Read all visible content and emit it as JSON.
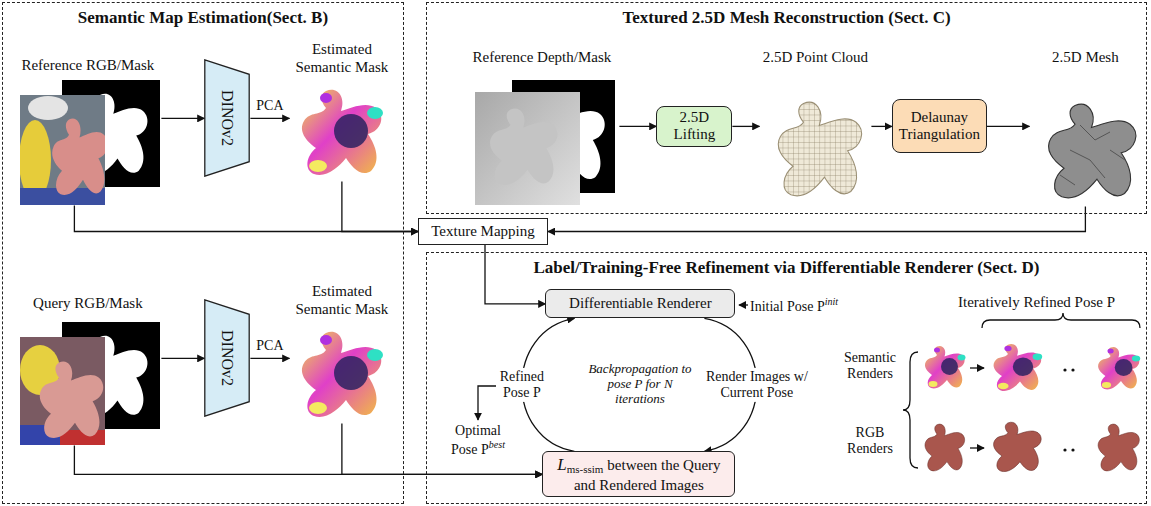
{
  "diagram": {
    "nodes": [
      {
        "text": [
          "Semantic Map Estimation(Sect. B)"
        ]
      },
      {
        "text": [
          "Textured 2.5D Mesh Reconstruction (Sect. C)"
        ]
      },
      {
        "text": [
          "Label/Training-Free Refinement via Differentiable Renderer (Sect. D)"
        ]
      },
      {
        "text": [
          "Reference RGB/Mask"
        ],
        "in": 0
      },
      {
        "text": [
          "DINOv2"
        ],
        "in": 0
      },
      {
        "text": [
          "Estimated Semantic Mask"
        ],
        "in": 0
      },
      {
        "text": [
          "Query RGB/Mask"
        ],
        "in": 0
      },
      {
        "text": [
          "DINOv2"
        ],
        "in": 0
      },
      {
        "text": [
          "Estimated Semantic Mask"
        ],
        "in": 0
      },
      {
        "text": [
          "Reference Depth/Mask"
        ],
        "in": 1
      },
      {
        "text": [
          "2.5D Lifting"
        ],
        "in": 1
      },
      {
        "text": [
          "2.5D Point Cloud"
        ],
        "in": 1
      },
      {
        "text": [
          "Delaunay Triangulation"
        ],
        "in": 1
      },
      {
        "text": [
          "2.5D Mesh"
        ],
        "in": 1
      },
      {
        "text": [
          "Texture Mapping"
        ]
      },
      {
        "text": [
          "Differentiable Renderer"
        ],
        "in": 2
      },
      {
        "text": [
          "L",
          "ms-ssim",
          "between the Query and Rendered Images"
        ],
        "in": 2
      }
    ],
    "edges": [
      {
        "from": 3,
        "to": 4,
        "arrow": "to"
      },
      {
        "from": 4,
        "to": 5,
        "label": "PCA",
        "arrow": "to"
      },
      {
        "from": 6,
        "to": 7,
        "arrow": "to"
      },
      {
        "from": 7,
        "to": 8,
        "label": "PCA",
        "arrow": "to"
      },
      {
        "from": 9,
        "to": 10,
        "arrow": "to"
      },
      {
        "from": 10,
        "to": 11,
        "arrow": "to"
      },
      {
        "from": 11,
        "to": 12,
        "arrow": "to"
      },
      {
        "from": 12,
        "to": 13,
        "arrow": "to"
      },
      {
        "from": 3,
        "to": 14,
        "arrow": "to"
      },
      {
        "from": 5,
        "to": 14,
        "arrow": "to"
      },
      {
        "from": 13,
        "to": 14,
        "arrow": "to"
      },
      {
        "from": 14,
        "to": 15,
        "arrow": "to"
      },
      {
        "from": 15,
        "to": 16,
        "label": "Render Images w/ Current Pose",
        "arrow": "to"
      },
      {
        "from": 16,
        "to": 15,
        "label": "Refined Pose P",
        "arrow": "to"
      },
      {
        "from": 6,
        "to": 16,
        "arrow": "to"
      },
      {
        "from": 8,
        "to": 16,
        "arrow": "to"
      }
    ],
    "labels": [
      "Initial Pose P",
      "init",
      "Optimal Pose P",
      "best",
      "Backpropagation to pose P for N iterations",
      "Iteratively Refined Pose P",
      "Semantic Renders",
      "RGB Renders"
    ]
  }
}
